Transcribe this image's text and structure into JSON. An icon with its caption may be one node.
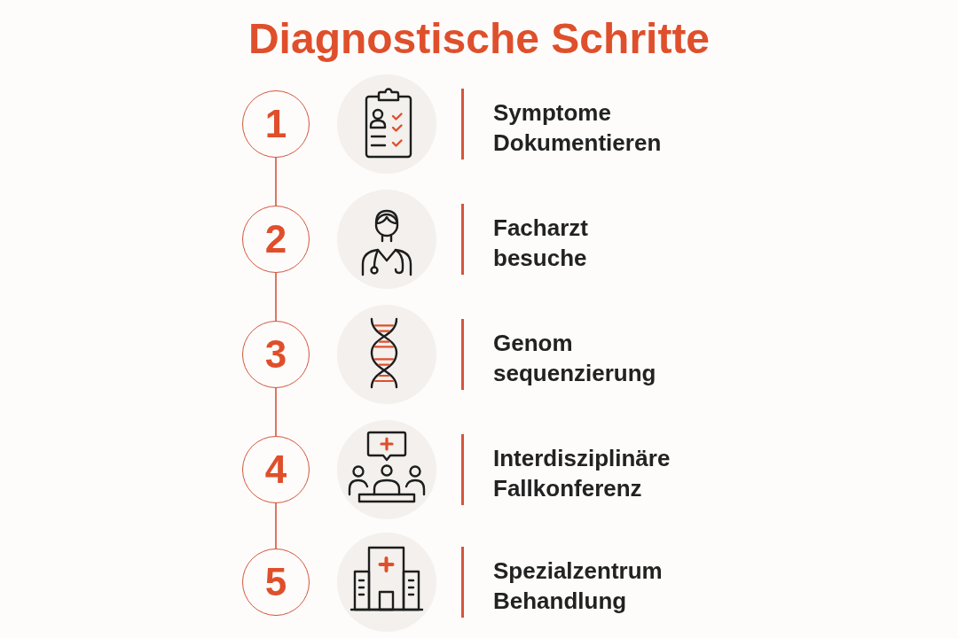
{
  "diagram": {
    "title": "Diagnostische Schritte",
    "nodes": [
      {
        "text": [
          "1"
        ]
      },
      {
        "text": [],
        "shape": "picture"
      },
      {
        "text": [
          "2"
        ]
      },
      {
        "text": [],
        "shape": "picture"
      },
      {
        "text": [
          "3"
        ]
      },
      {
        "text": [],
        "shape": "picture"
      },
      {
        "text": [
          "4"
        ]
      },
      {
        "text": [],
        "shape": "picture"
      },
      {
        "text": [
          "5"
        ]
      },
      {
        "text": [],
        "shape": "picture"
      }
    ],
    "edges": [
      {
        "from": 0,
        "to": 2,
        "arrow": "none"
      },
      {
        "from": 2,
        "to": 4,
        "arrow": "none"
      },
      {
        "from": 4,
        "to": 6,
        "arrow": "none"
      },
      {
        "from": 6,
        "to": 8,
        "arrow": "none"
      }
    ],
    "labels": [
      "Symptome Dokumentieren",
      "Facharzt besuche",
      "Genom sequenzierung",
      "Interdisziplinäre Fallkonferenz",
      "Spezialzentrum Behandlung"
    ]
  }
}
